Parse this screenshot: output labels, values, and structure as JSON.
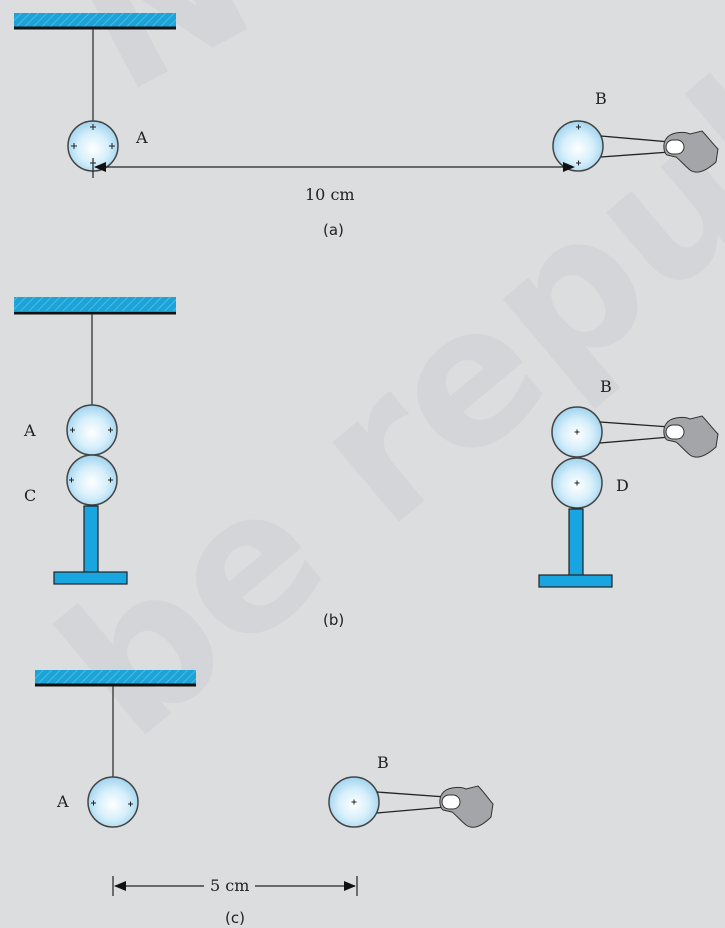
{
  "watermark": {
    "line1": "NCE",
    "line2": "be repub"
  },
  "panels": [
    {
      "id": "a",
      "caption": "(a)",
      "sphere_labels": [
        "A",
        "B"
      ],
      "distance": "10 cm"
    },
    {
      "id": "b",
      "caption": "(b)",
      "sphere_labels": [
        "A",
        "C",
        "B",
        "D"
      ]
    },
    {
      "id": "c",
      "caption": "(c)",
      "sphere_labels": [
        "A",
        "B"
      ],
      "distance": "5 cm"
    }
  ],
  "charge_symbol": "+",
  "colors": {
    "background": "#dcdddf",
    "ceiling": "#1ca3d7",
    "stand": "#19a6e0",
    "sphere_edge": "#444444",
    "sphere_fill": "#bfe4f6",
    "hand": "#a3a5a8"
  }
}
